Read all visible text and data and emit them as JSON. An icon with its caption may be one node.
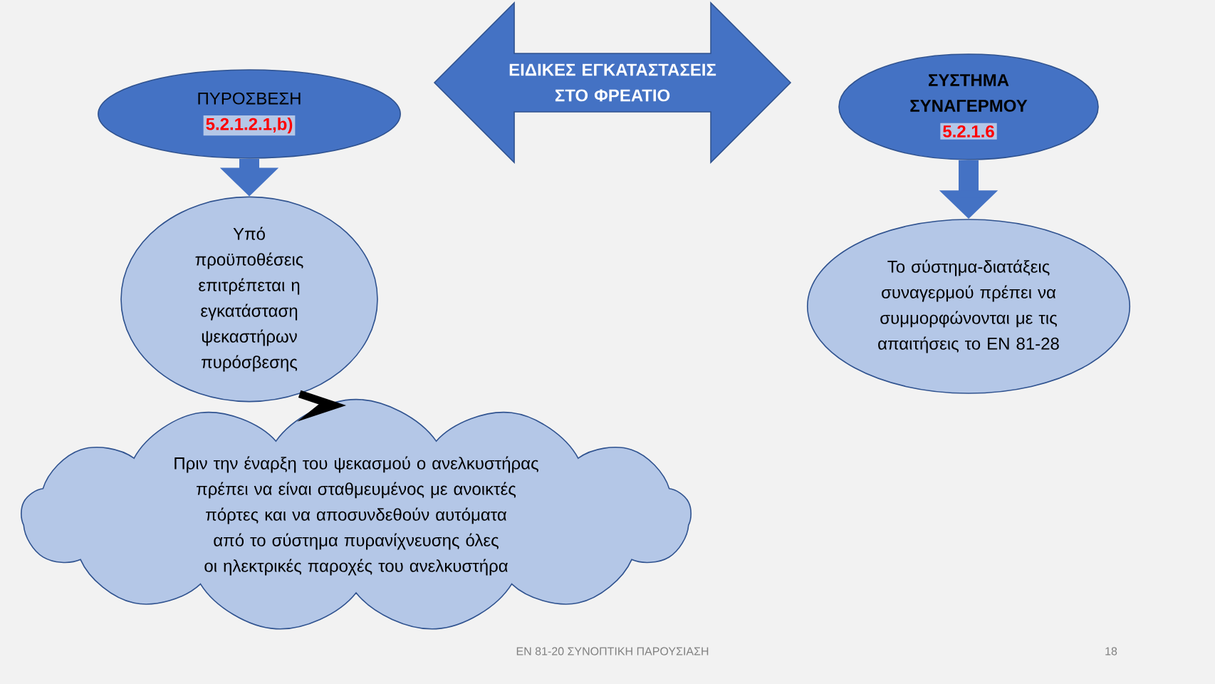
{
  "diagram": {
    "nodes": [
      {
        "text": [
          "ΕΙΔΙΚΕΣ ΕΓΚΑΤΑΣΤΑΣΕΙΣ ΣΤΟ ΦΡΕΑΤΙΟ"
        ]
      },
      {
        "text": [
          "ΠΥΡΟΣΒΕΣΗ",
          "5.2.1.2.1,b)"
        ]
      },
      {
        "text": [
          "Υπό προϋποθέσεις επιτρέπεται η εγκατάσταση ψεκαστήρων πυρόσβεσης"
        ]
      },
      {
        "text": [
          "ΣΥΣΤΗΜΑ ΣΥΝΑΓΕΡΜΟΥ",
          "5.2.1.6"
        ]
      },
      {
        "text": [
          "Το σύστημα-διατάξεις συναγερμού πρέπει να συμμορφώνονται με τις απαιτήσεις το ΕΝ 81-28"
        ]
      },
      {
        "text": [
          "Πριν την έναρξη του ψεκασμού ο ανελκυστήρας πρέπει να είναι σταθμευμένος με ανοικτές πόρτες και να αποσυνδεθούν αυτόματα από το σύστημα πυρανίχνευσης όλες οι ηλεκτρικές παροχές του ανελκυστήρα"
        ]
      }
    ],
    "edges": [
      {
        "from": 1,
        "to": 2,
        "arrow": "to"
      },
      {
        "from": 3,
        "to": 4,
        "arrow": "to"
      },
      {
        "from": 2,
        "to": 5,
        "arrow": "none",
        "color": "#000000"
      }
    ],
    "labels": [
      "ΕΝ 81-20 ΣΥΝΟΠΤΙΚΗ ΠΑΡΟΥΣΙΑΣΗ",
      "18"
    ]
  }
}
